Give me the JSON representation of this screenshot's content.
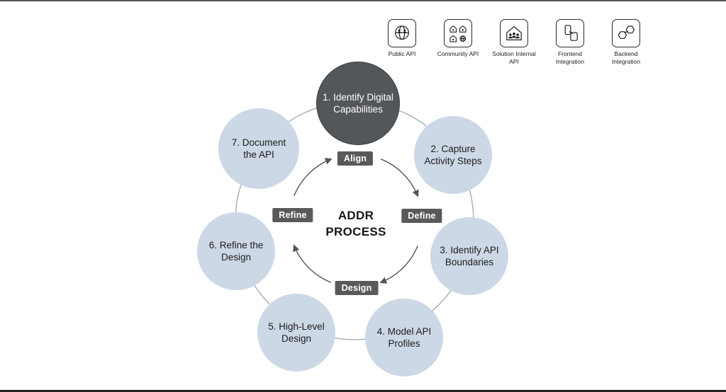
{
  "diagram": {
    "title_lines": [
      "ADDR",
      "PROCESS"
    ],
    "steps": [
      {
        "label": "1. Identify Digital Capabilities",
        "highlighted": true
      },
      {
        "label": "2. Capture Activity Steps",
        "highlighted": false
      },
      {
        "label": "3. Identify API Boundaries",
        "highlighted": false
      },
      {
        "label": "4. Model API Profiles",
        "highlighted": false
      },
      {
        "label": "5. High-Level Design",
        "highlighted": false
      },
      {
        "label": "6. Refine the Design",
        "highlighted": false
      },
      {
        "label": "7. Document the API",
        "highlighted": false
      }
    ],
    "phases": [
      {
        "label": "Align"
      },
      {
        "label": "Define"
      },
      {
        "label": "Design"
      },
      {
        "label": "Refine"
      }
    ],
    "colors": {
      "step_fill": "#cdd8e6",
      "step_highlight_fill": "#54575a",
      "badge_bg": "#58595b",
      "ring_stroke": "#a9b2bb",
      "arrow_stroke": "#555555"
    }
  },
  "legend": {
    "items": [
      {
        "label": "Public API",
        "icon": "globe-users-icon"
      },
      {
        "label": "Community API",
        "icon": "community-houses-icon"
      },
      {
        "label": "Solution Internal API",
        "icon": "house-team-icon"
      },
      {
        "label": "Frontend Integration",
        "icon": "devices-link-icon"
      },
      {
        "label": "Backend Integration",
        "icon": "hexagons-link-icon"
      }
    ]
  }
}
